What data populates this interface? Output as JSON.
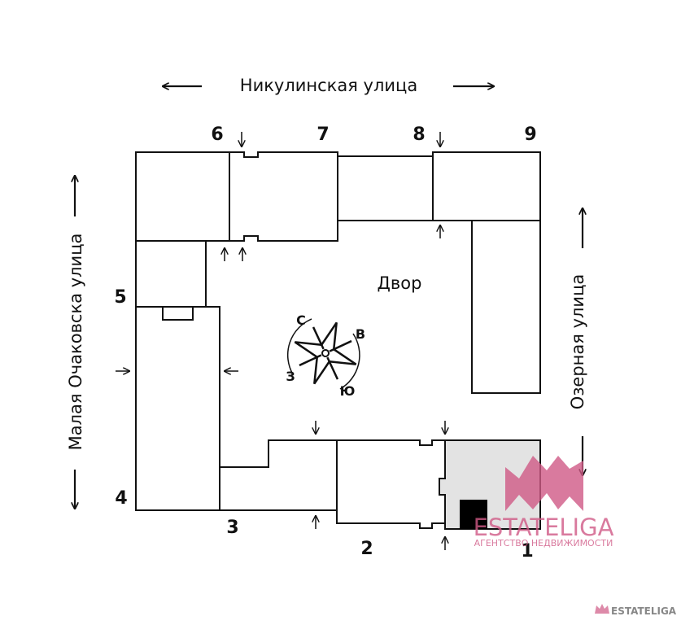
{
  "streets": {
    "top": "Никулинская улица",
    "left": "Малая Очаковска улица",
    "right": "Озерная улица"
  },
  "yard_label": "Двор",
  "section_numbers": [
    "1",
    "2",
    "3",
    "4",
    "5",
    "6",
    "7",
    "8",
    "9"
  ],
  "compass": {
    "north": "С",
    "east": "В",
    "south": "Ю",
    "west": "З"
  },
  "colors": {
    "highlight_section": "#e3e3e3",
    "highlight_unit": "#000000",
    "watermark": "#d05a86"
  },
  "watermark": {
    "brand": "ESTATELIGA",
    "tagline": "АГЕНТСТВО НЕДВИЖИМОСТИ",
    "corner_brand": "ESTATELIGA"
  }
}
